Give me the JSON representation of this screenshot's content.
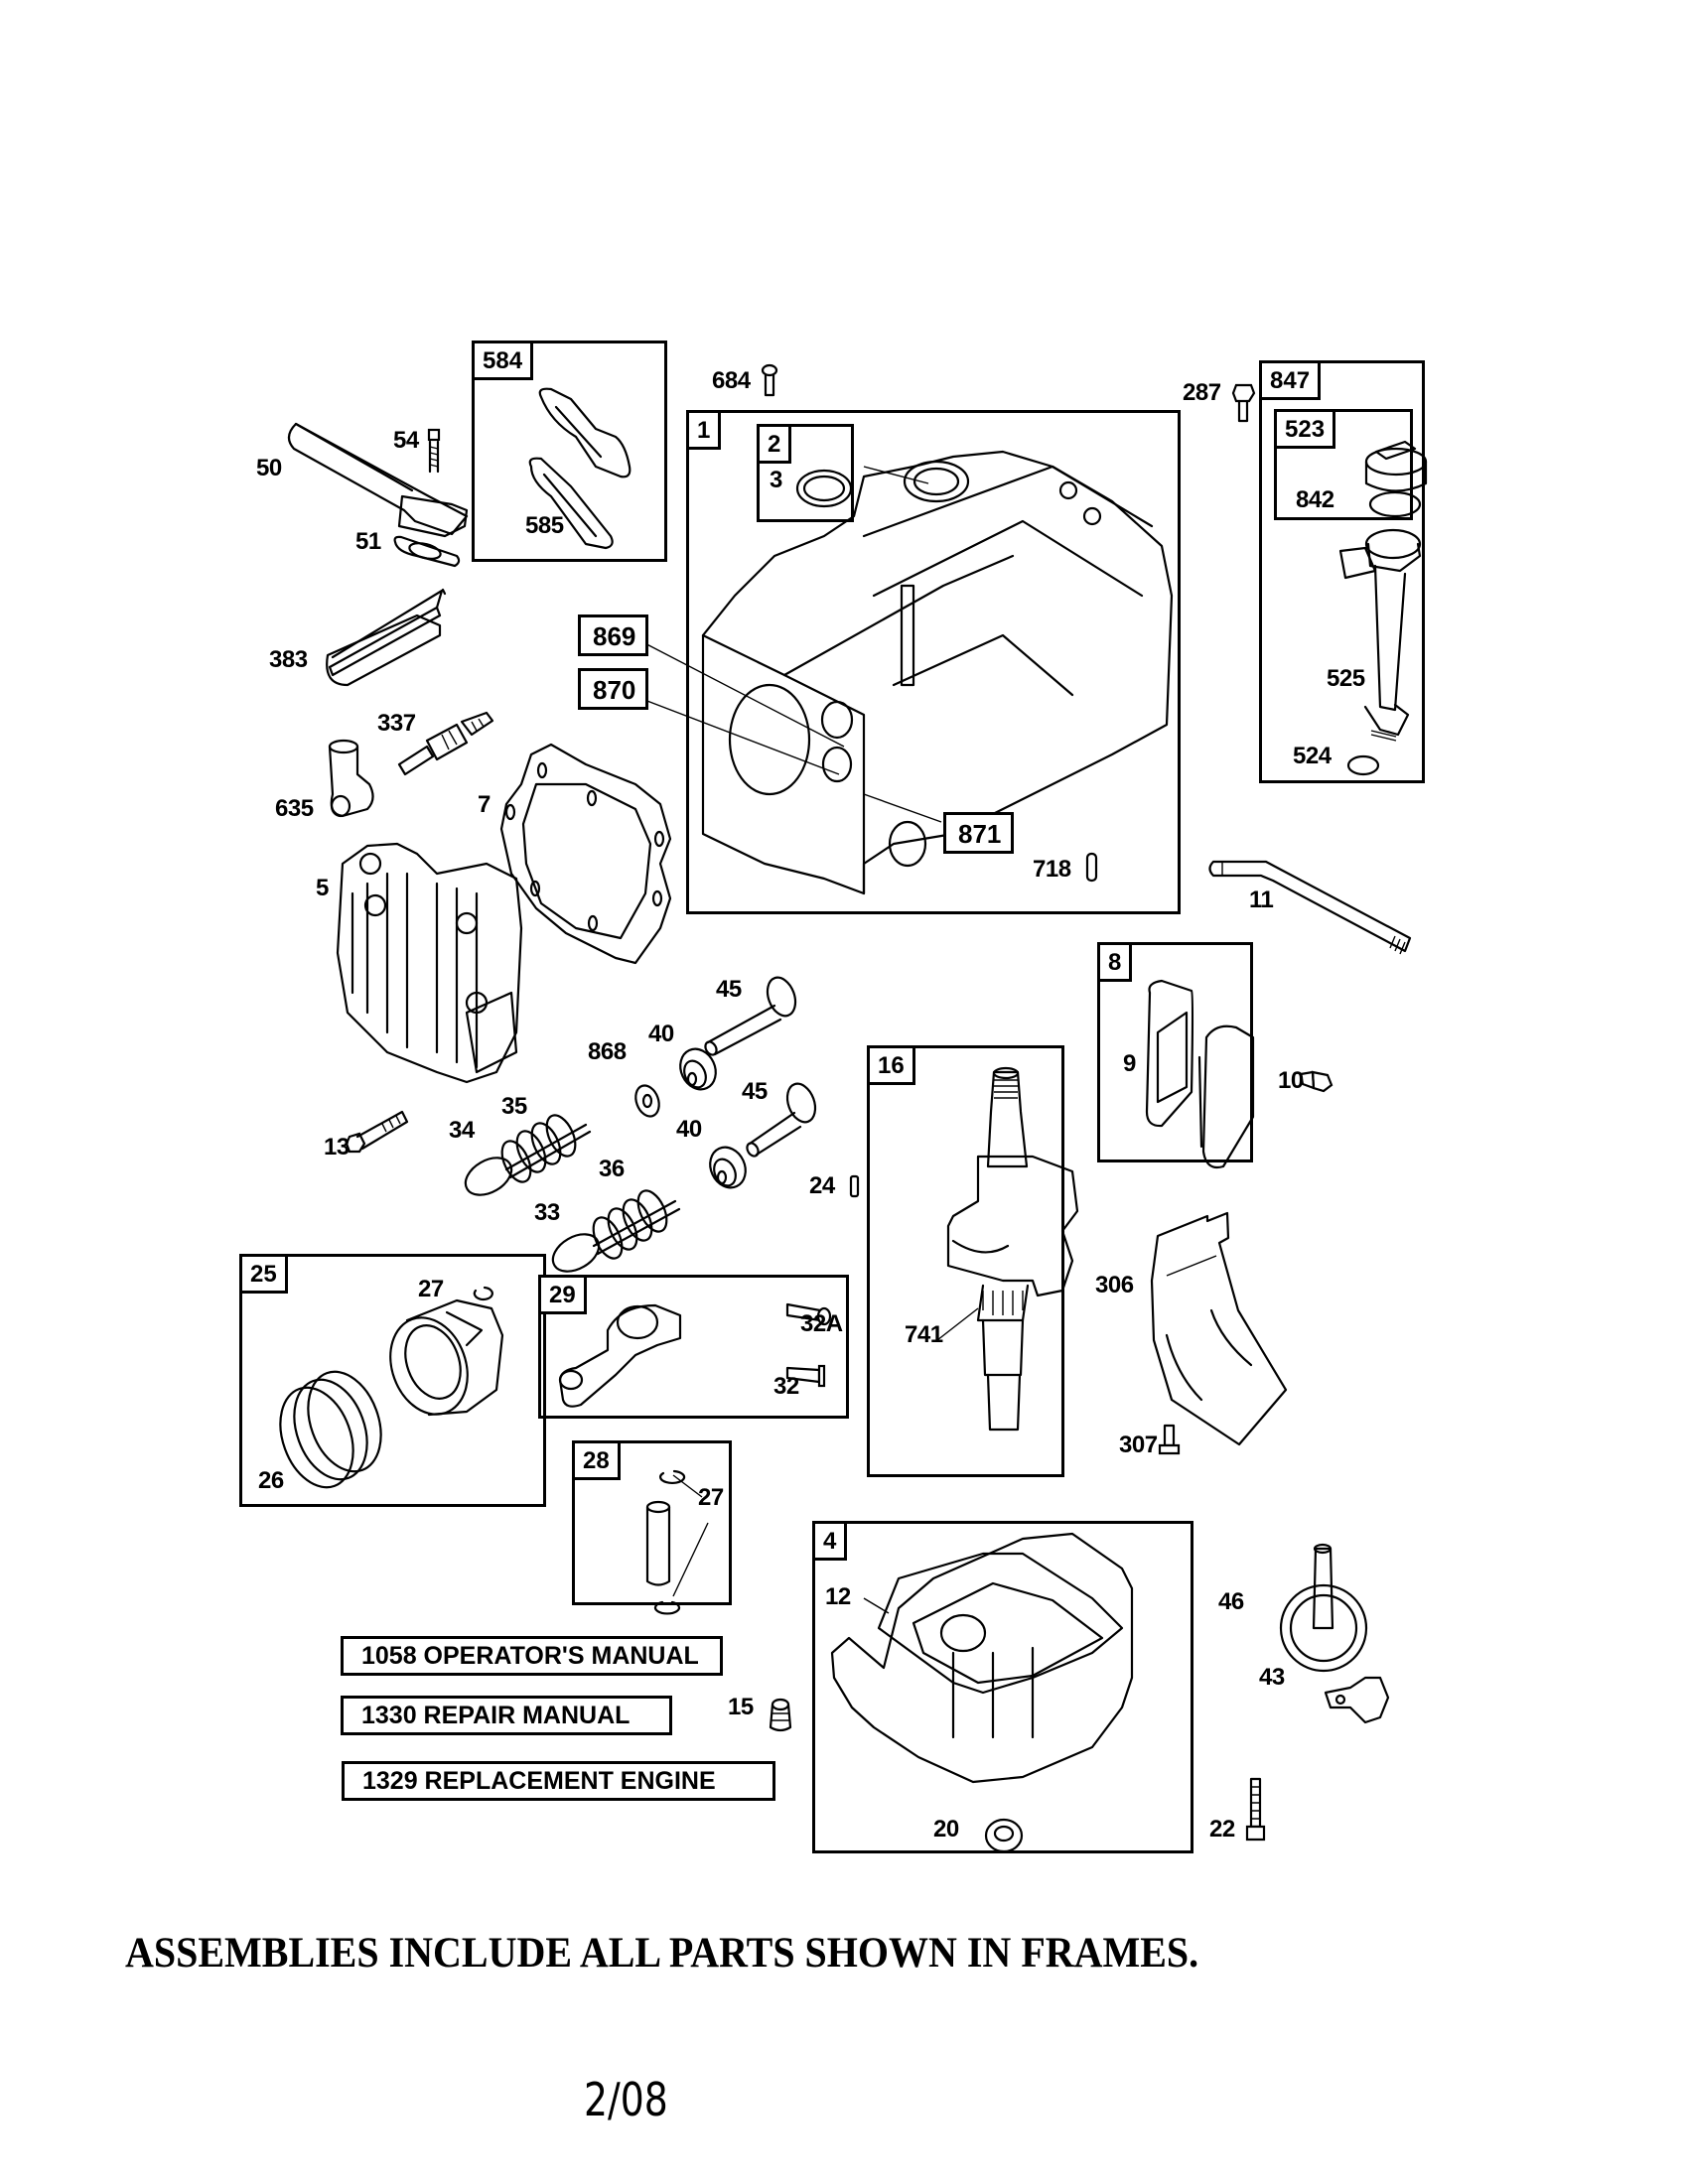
{
  "document": {
    "type": "Engine parts exploded diagram",
    "footer_note": "ASSEMBLIES INCLUDE ALL PARTS SHOWN IN FRAMES.",
    "page_date": "2/08"
  },
  "assemblies": [
    {
      "id": "584",
      "parts": [
        "585"
      ]
    },
    {
      "id": "1",
      "parts": [
        "2",
        "3"
      ]
    },
    {
      "id": "2",
      "parts": [
        "3"
      ]
    },
    {
      "id": "847",
      "parts": [
        "523",
        "842",
        "525",
        "524"
      ]
    },
    {
      "id": "523",
      "parts": [
        "842"
      ]
    },
    {
      "id": "8",
      "parts": [
        "9"
      ]
    },
    {
      "id": "16",
      "parts": [
        "741"
      ]
    },
    {
      "id": "25",
      "parts": [
        "27",
        "26"
      ]
    },
    {
      "id": "29",
      "parts": [
        "32A",
        "32"
      ]
    },
    {
      "id": "28",
      "parts": [
        "27"
      ]
    },
    {
      "id": "4",
      "parts": [
        "12",
        "20"
      ]
    }
  ],
  "boxed_refs": [
    "869",
    "870",
    "871"
  ],
  "labels": {
    "l50": "50",
    "l54": "54",
    "l51": "51",
    "l585": "585",
    "l684": "684",
    "l3": "3",
    "l287": "287",
    "l842": "842",
    "l525": "525",
    "l524": "524",
    "l383": "383",
    "l337": "337",
    "l635": "635",
    "l7": "7",
    "l5": "5",
    "l718": "718",
    "l11": "11",
    "l9": "9",
    "l10": "10",
    "l45a": "45",
    "l40a": "40",
    "l868": "868",
    "l45b": "45",
    "l40b": "40",
    "l13": "13",
    "l34": "34",
    "l35": "35",
    "l36": "36",
    "l33": "33",
    "l24": "24",
    "l741": "741",
    "l306": "306",
    "l307": "307",
    "l27a": "27",
    "l26": "26",
    "l32A": "32A",
    "l32": "32",
    "l27b": "27",
    "l12": "12",
    "l46": "46",
    "l43": "43",
    "l15": "15",
    "l20": "20",
    "l22": "22"
  },
  "frame_tags": {
    "f584": "584",
    "f1": "1",
    "f2": "2",
    "f847": "847",
    "f523": "523",
    "f8": "8",
    "f16": "16",
    "f25": "25",
    "f29": "29",
    "f28": "28",
    "f4": "4"
  },
  "boxed": {
    "b869": "869",
    "b870": "870",
    "b871": "871"
  },
  "manuals": [
    {
      "number": "1058",
      "label": "1058 OPERATOR'S MANUAL"
    },
    {
      "number": "1330",
      "label": "1330 REPAIR MANUAL"
    },
    {
      "number": "1329",
      "label": "1329 REPLACEMENT ENGINE"
    }
  ]
}
